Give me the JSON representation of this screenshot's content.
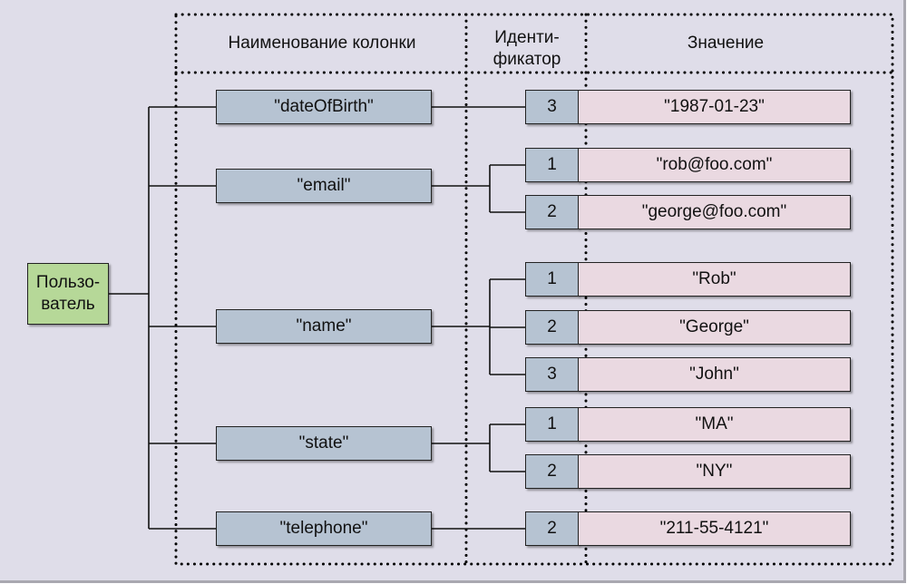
{
  "headers": {
    "column_name": "Наименование колонки",
    "identifier_line1": "Иденти-",
    "identifier_line2": "фикатор",
    "value": "Значение"
  },
  "root": {
    "line1": "Пользо-",
    "line2": "ватель"
  },
  "columns": [
    {
      "name": "\"dateOfBirth\"",
      "entries": [
        {
          "id": "3",
          "value": "\"1987-01-23\""
        }
      ]
    },
    {
      "name": "\"email\"",
      "entries": [
        {
          "id": "1",
          "value": "\"rob@foo.com\""
        },
        {
          "id": "2",
          "value": "\"george@foo.com\""
        }
      ]
    },
    {
      "name": "\"name\"",
      "entries": [
        {
          "id": "1",
          "value": "\"Rob\""
        },
        {
          "id": "2",
          "value": "\"George\""
        },
        {
          "id": "3",
          "value": "\"John\""
        }
      ]
    },
    {
      "name": "\"state\"",
      "entries": [
        {
          "id": "1",
          "value": "\"MA\""
        },
        {
          "id": "2",
          "value": "\"NY\""
        }
      ]
    },
    {
      "name": "\"telephone\"",
      "entries": [
        {
          "id": "2",
          "value": "\"211-55-4121\""
        }
      ]
    }
  ],
  "colors": {
    "background": "#dfdde9",
    "root": "#b6d898",
    "name_box": "#b6c3d2",
    "value_box": "#ead9e1"
  }
}
